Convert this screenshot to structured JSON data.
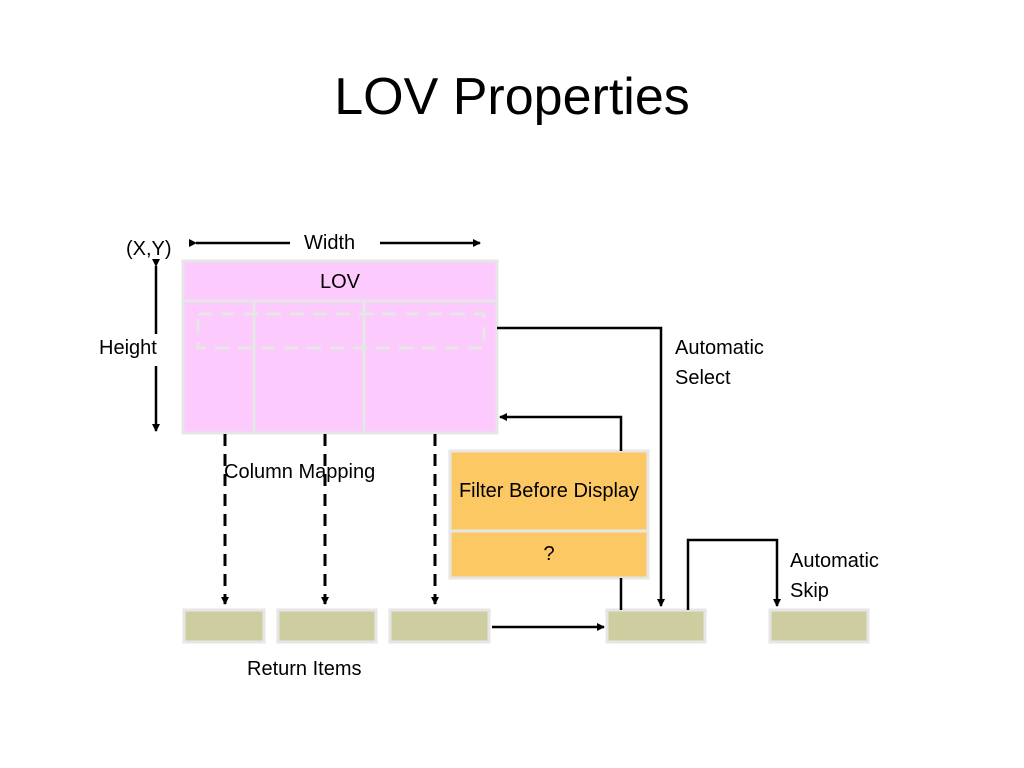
{
  "title": "LOV Properties",
  "labels": {
    "xy": "(X,Y)",
    "width": "Width",
    "height": "Height",
    "lov": "LOV",
    "column_mapping": "Column Mapping",
    "return_items": "Return Items",
    "filter_before_display": "Filter Before Display",
    "filter_value": "?",
    "automatic_select": "Automatic Select",
    "automatic_skip": "Automatic Skip"
  },
  "colors": {
    "lov_fill": "#fccafc",
    "lov_border": "#e6e6e6",
    "filter_fill": "#fcc864",
    "item_fill": "#cdcda0",
    "line": "#000000"
  }
}
